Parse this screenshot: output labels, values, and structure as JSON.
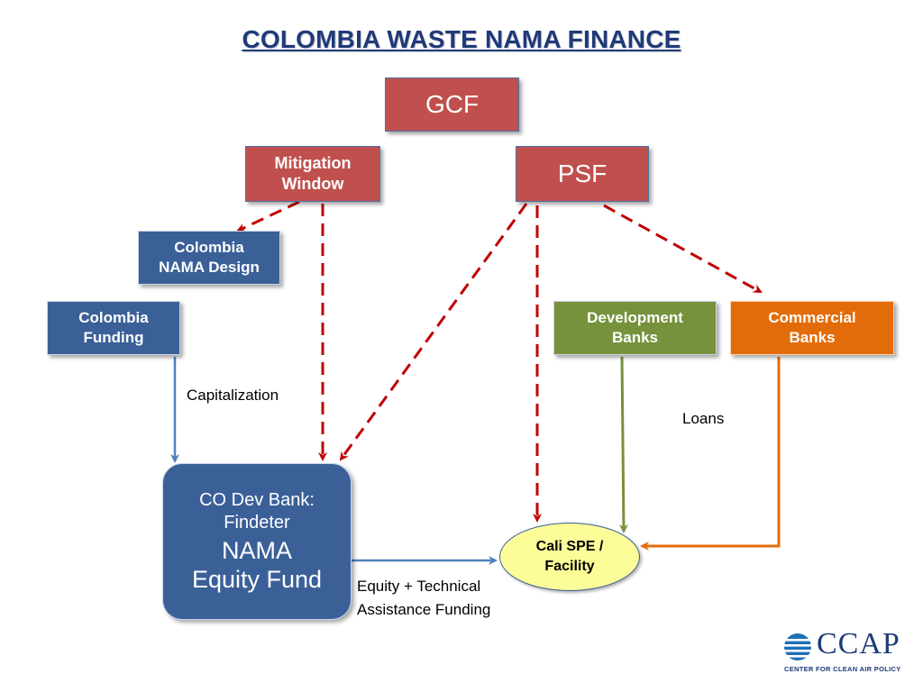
{
  "title": "COLOMBIA WASTE NAMA FINANCE",
  "nodes": {
    "gcf": "GCF",
    "mitigation_window": "Mitigation\nWindow",
    "psf": "PSF",
    "nama_design": "Colombia\nNAMA Design",
    "colombia_funding": "Colombia\nFunding",
    "development_banks": "Development\nBanks",
    "commercial_banks": "Commercial\nBanks",
    "fund_line1": "CO Dev Bank:\nFindeter",
    "fund_line2": "NAMA\nEquity Fund",
    "spe": "Cali SPE /\nFacility"
  },
  "labels": {
    "capitalization": "Capitalization",
    "loans": "Loans",
    "equity": "Equity + Technical\nAssistance Funding"
  },
  "logo": {
    "name": "CCAP",
    "tagline": "CENTER FOR CLEAN AIR POLICY"
  },
  "colors": {
    "red": "#c0504d",
    "blue": "#3b6098",
    "green": "#76923c",
    "orange": "#e36c0a",
    "yellow": "#fcfc99",
    "dashed_arrow": "#c00000",
    "title": "#1f3a7a"
  }
}
